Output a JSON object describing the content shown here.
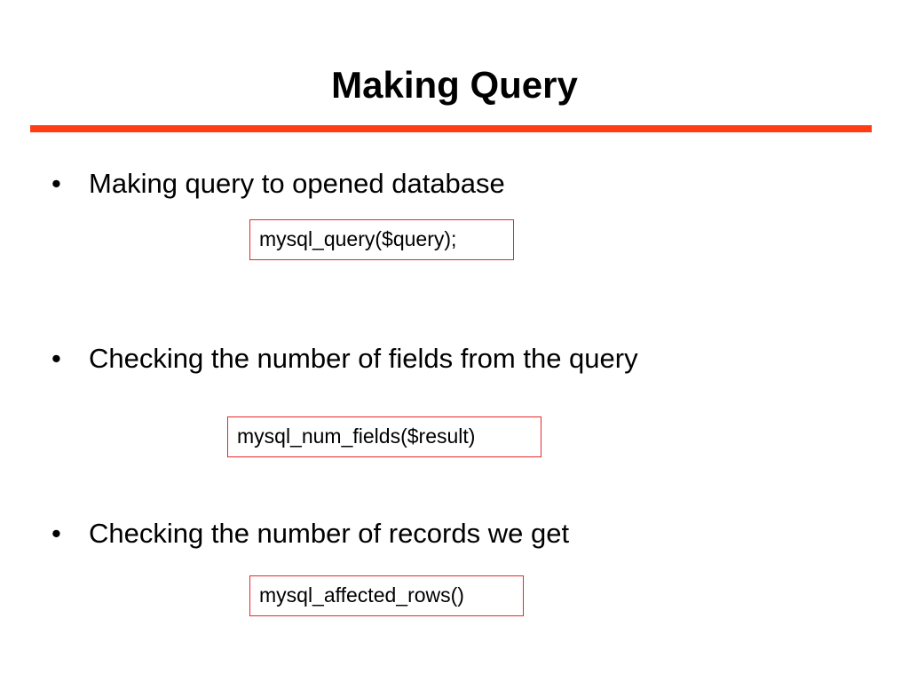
{
  "slide": {
    "title": "Making Query",
    "accent_color": "#ff3c12",
    "box_border_color": "#e8262b",
    "bullet_symbol": "•",
    "items": [
      {
        "text": "Making query to opened database",
        "code": "mysql_query($query);"
      },
      {
        "text": "Checking the number of fields from the query",
        "code": "mysql_num_fields($result)"
      },
      {
        "text": "Checking the number of records we get",
        "code": "mysql_affected_rows()"
      }
    ]
  }
}
